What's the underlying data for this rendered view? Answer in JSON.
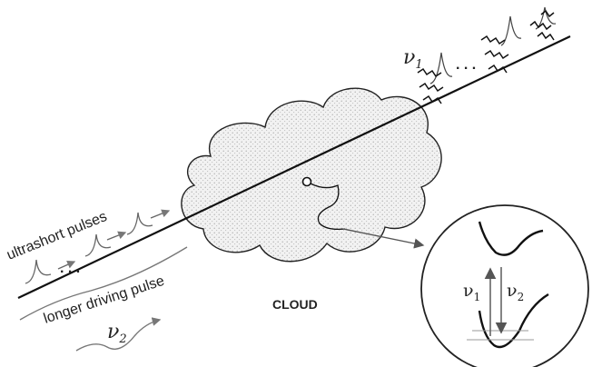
{
  "labels": {
    "ultrashort": "ultrashort pulses",
    "longer_pulse": "longer driving pulse",
    "cloud": "CLOUD",
    "nu1_top": "ν",
    "nu1_top_sub": "1",
    "dots_left": ". . .",
    "dots_right": ". . .",
    "nu2_bottom": "ν",
    "nu2_bottom_sub": "2",
    "nu1_inset": "ν",
    "nu1_inset_sub": "1",
    "nu2_inset": "ν",
    "nu2_inset_sub": "2"
  },
  "colors": {
    "ink": "#111111",
    "gray_ink": "#777777",
    "cloud_fill": "#f2f2f2",
    "cloud_dots": "#9a9a9a"
  }
}
